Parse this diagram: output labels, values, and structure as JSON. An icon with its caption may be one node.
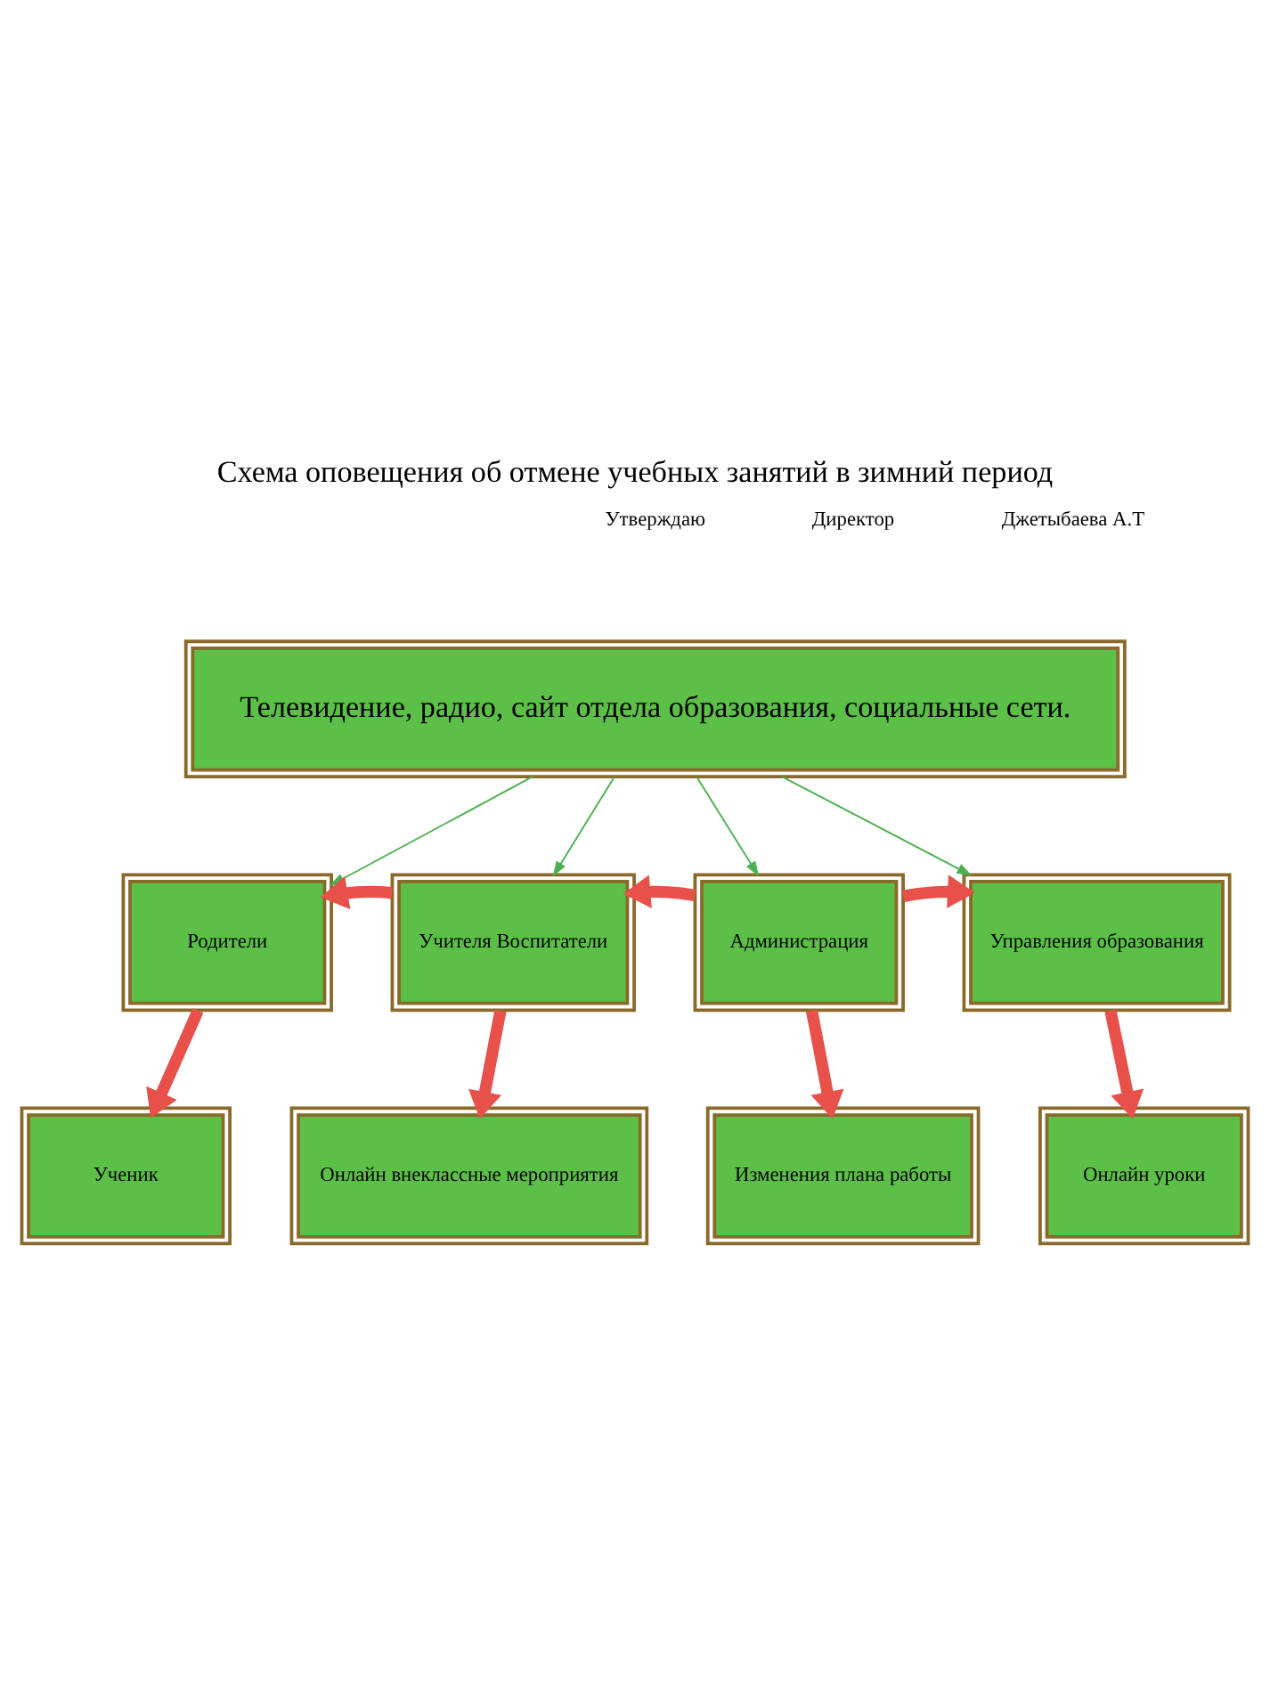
{
  "diagram": {
    "title": "Схема оповещения об отмене учебных занятий в зимний период",
    "nodes": [
      {
        "text": [
          "Телевидение, радио, сайт отдела образования, социальные сети."
        ]
      },
      {
        "text": [
          "Родители"
        ]
      },
      {
        "text": [
          "Учителя Воспитатели"
        ]
      },
      {
        "text": [
          "Администрация"
        ]
      },
      {
        "text": [
          "Управления образования"
        ]
      },
      {
        "text": [
          "Ученик"
        ]
      },
      {
        "text": [
          "Онлайн внеклассные мероприятия"
        ]
      },
      {
        "text": [
          "Изменения плана работы"
        ]
      },
      {
        "text": [
          "Онлайн уроки"
        ]
      }
    ],
    "edges": [
      {
        "from": 0,
        "to": 1,
        "arrow": "to",
        "color": "#4caf50"
      },
      {
        "from": 0,
        "to": 2,
        "arrow": "to",
        "color": "#4caf50"
      },
      {
        "from": 0,
        "to": 3,
        "arrow": "to",
        "color": "#4caf50"
      },
      {
        "from": 0,
        "to": 4,
        "arrow": "to",
        "color": "#4caf50"
      },
      {
        "from": 2,
        "to": 1,
        "arrow": "to"
      },
      {
        "from": 3,
        "to": 2,
        "arrow": "to"
      },
      {
        "from": 3,
        "to": 4,
        "arrow": "to"
      },
      {
        "from": 1,
        "to": 5,
        "arrow": "to"
      },
      {
        "from": 2,
        "to": 6,
        "arrow": "to"
      },
      {
        "from": 3,
        "to": 7,
        "arrow": "to"
      },
      {
        "from": 4,
        "to": 8,
        "arrow": "to"
      }
    ],
    "labels": [
      "Утверждаю",
      "Директор",
      "Джетыбаева А.Т"
    ]
  }
}
